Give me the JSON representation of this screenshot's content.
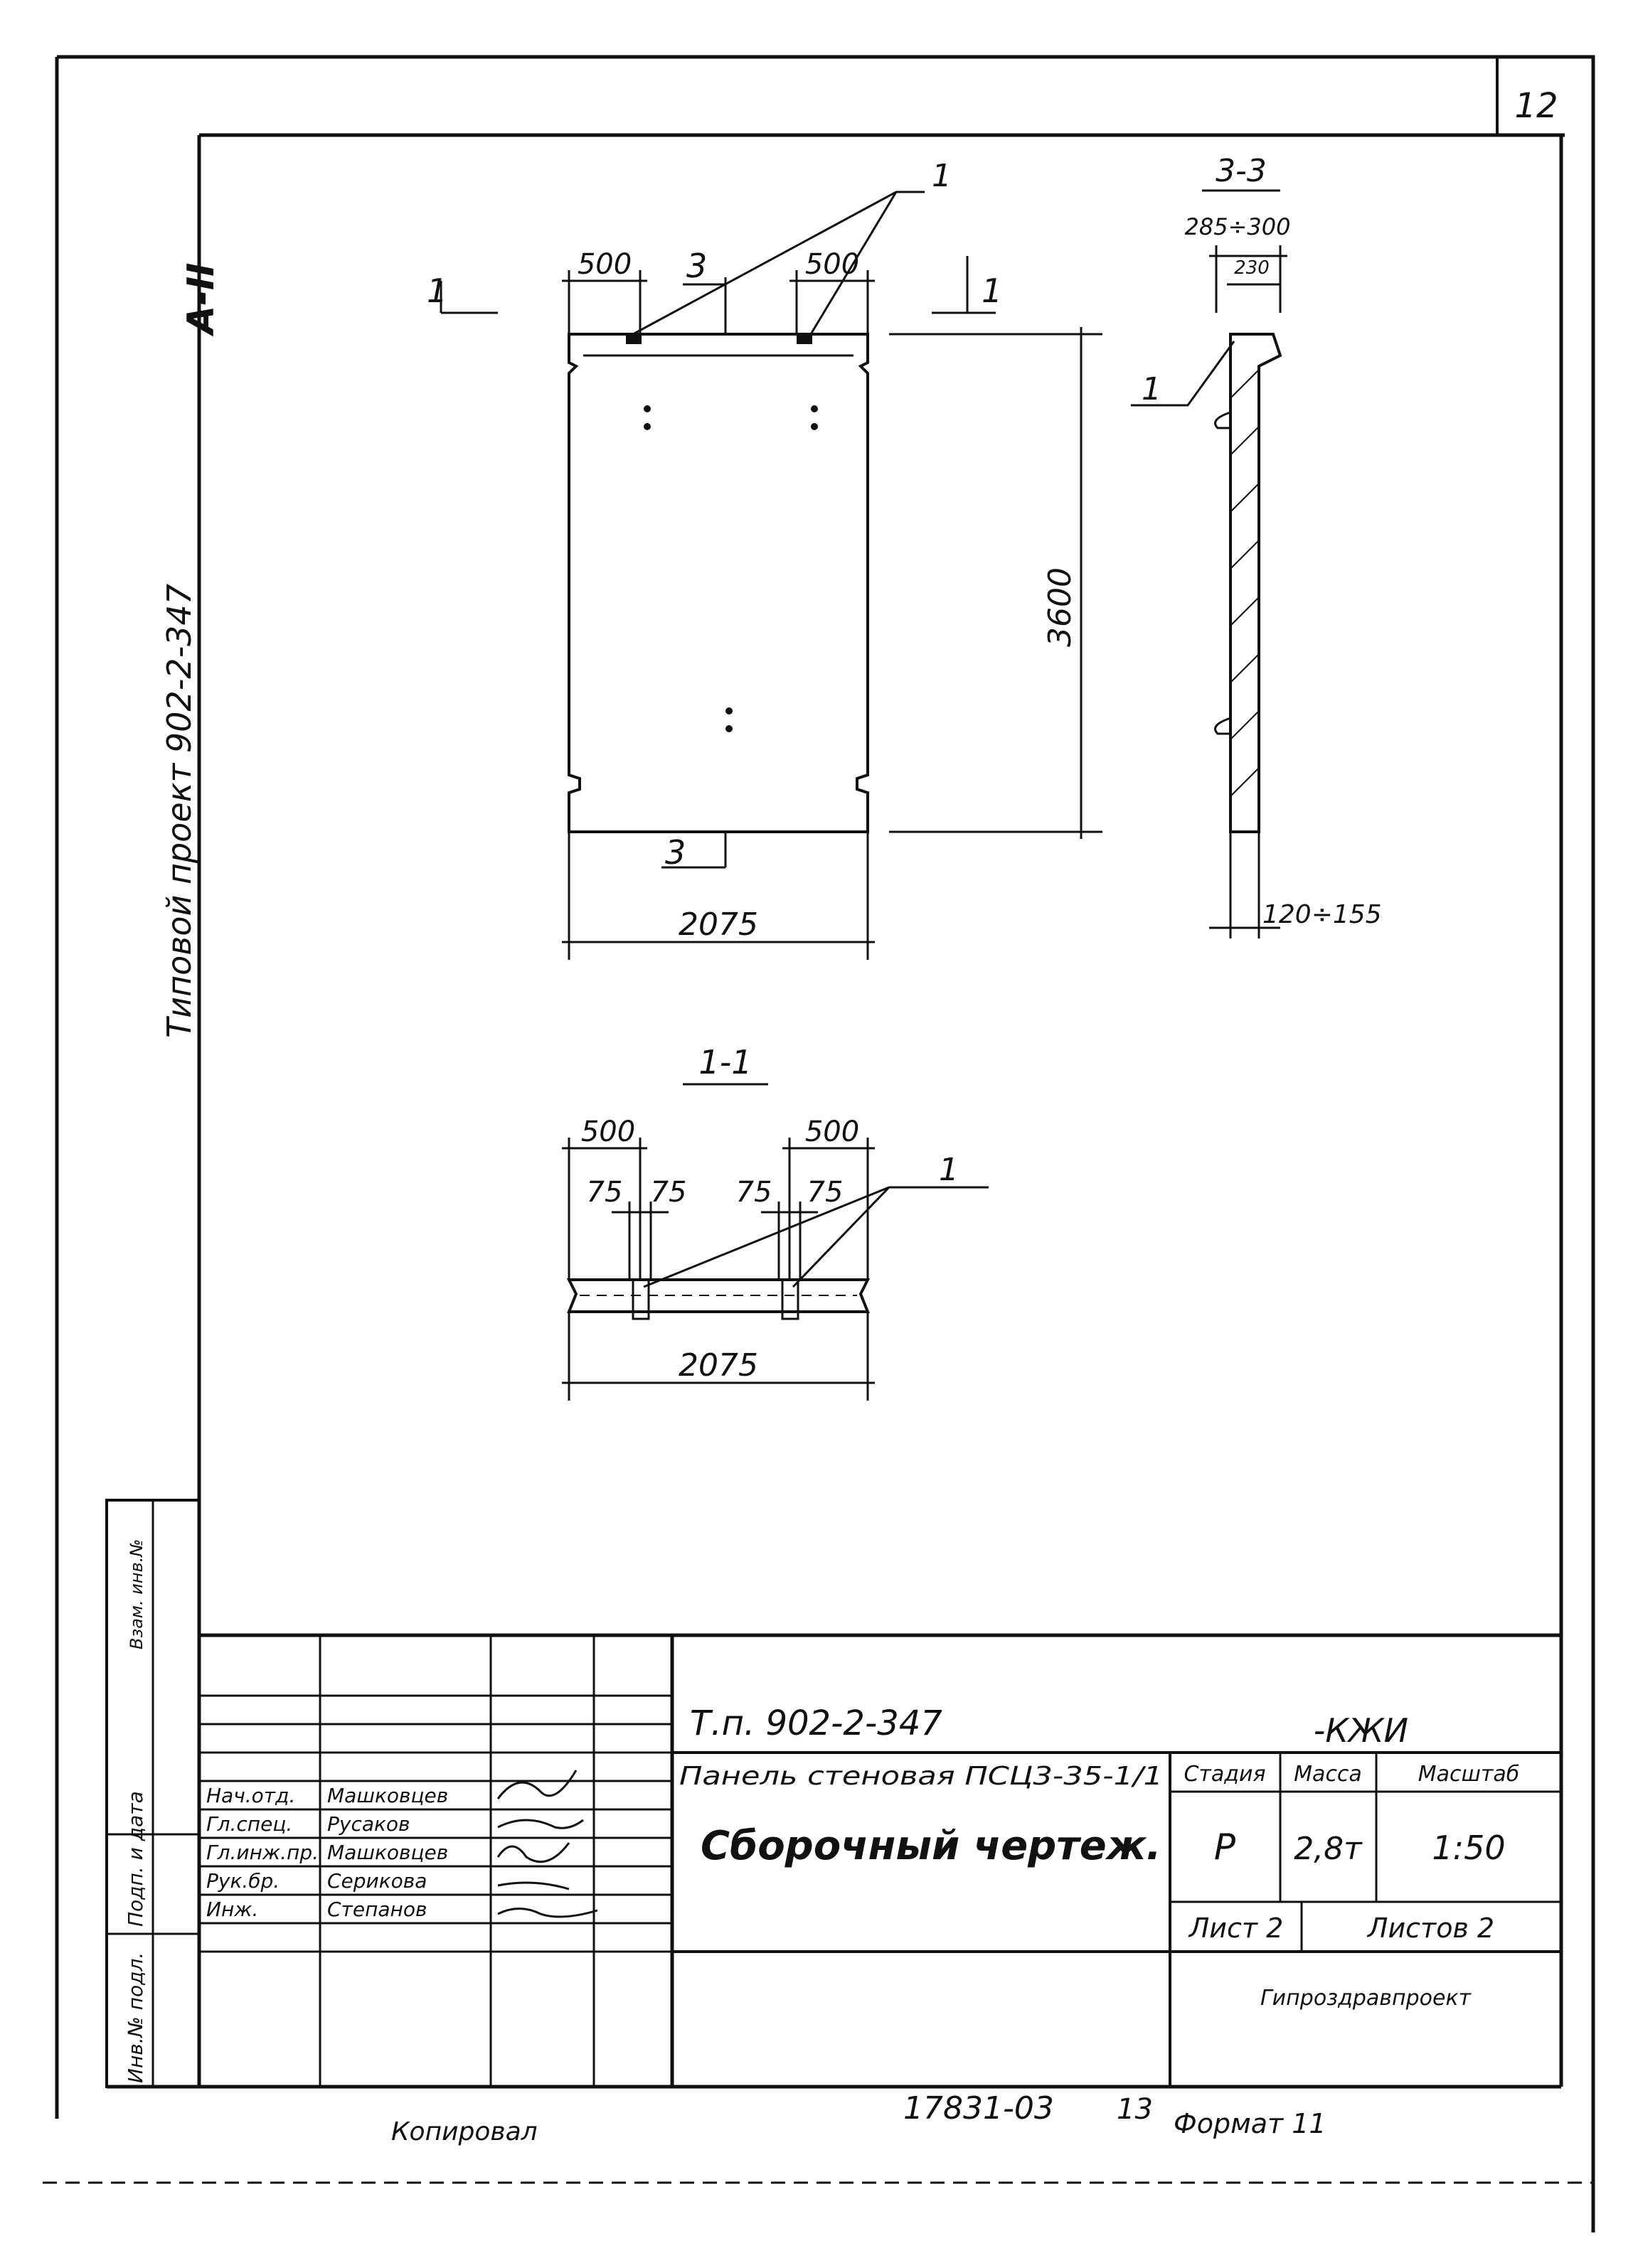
{
  "sheet_number": "12",
  "side_text": {
    "project_vertical": "Типовой проект 902-2-347",
    "album": "А-II",
    "stamp_labels": [
      "Инв.№ подл.",
      "Подп. и дата",
      "Взам. инв.№"
    ]
  },
  "views": {
    "elevation": {
      "section_mark_left": "1",
      "section_mark_right": "1",
      "section_mark_top": "3",
      "section_mark_bottom": "3",
      "dim_left_top": "500",
      "dim_right_top": "500",
      "dim_height": "3600",
      "dim_width": "2075",
      "leader_label": "1"
    },
    "section_3_3": {
      "title": "3-3",
      "dim_top": "285÷300",
      "dim_top_inner": "230",
      "dim_bottom": "120÷155",
      "leader_label": "1"
    },
    "section_1_1": {
      "title": "1-1",
      "dim_left": "500",
      "dim_right": "500",
      "dim_75_a": "75",
      "dim_75_b": "75",
      "dim_75_c": "75",
      "dim_75_d": "75",
      "dim_width": "2075",
      "leader_label": "1"
    }
  },
  "title_block": {
    "project_code": "Т.п. 902-2-347",
    "doc_mark": "-КЖИ",
    "item_title": "Панель стеновая ПСЦ3-35-1/1",
    "drawing_title": "Сборочный чертеж.",
    "col_stage": "Стадия",
    "col_mass": "Масса",
    "col_scale": "Масштаб",
    "stage": "Р",
    "mass": "2,8т",
    "scale": "1:50",
    "sheet_label": "Лист 2",
    "sheets_label": "Листов 2",
    "organization": "Гипроздравпроект",
    "signatures": [
      {
        "role": "Нач.отд.",
        "name": "Машковцев"
      },
      {
        "role": "Гл.спец.",
        "name": "Русаков"
      },
      {
        "role": "Гл.инж.пр.",
        "name": "Машковцев"
      },
      {
        "role": "Рук.бр.",
        "name": "Серикова"
      },
      {
        "role": "Инж.",
        "name": "Степанов"
      }
    ]
  },
  "footer": {
    "copied": "Копировал",
    "inventory": "17831-03",
    "sheet_num": "13",
    "format": "Формат 11"
  }
}
